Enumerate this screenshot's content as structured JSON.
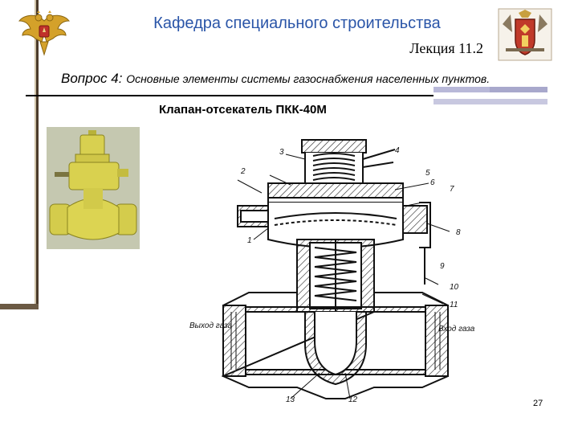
{
  "header": {
    "title": "Кафедра специального строительства",
    "lecture": "Лекция 11.2"
  },
  "question": {
    "label": "Вопрос 4:",
    "text": "Основные элементы системы газоснабжения населенных пунктов."
  },
  "caption": "Клапан-отсекатель ПКК-40М",
  "diagram": {
    "outlet_label": "Выход газа",
    "inlet_label": "Вход газа",
    "callouts": [
      "1",
      "2",
      "3",
      "4",
      "5",
      "6",
      "7",
      "8",
      "9",
      "10",
      "11",
      "12",
      "13"
    ]
  },
  "page_number": "27",
  "colors": {
    "title": "#2a55a8",
    "valve_yellow": "#d7cf52",
    "left_bar": "#4a3a2a"
  }
}
